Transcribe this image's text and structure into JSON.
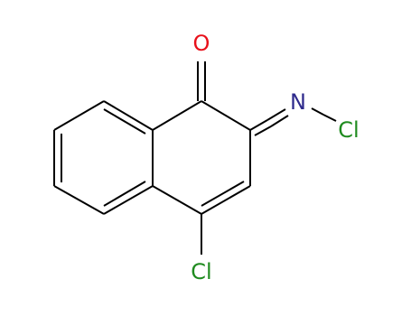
{
  "molecule": {
    "atoms": [
      {
        "symbol": "O",
        "element": "oxygen",
        "color": "#e8101a"
      },
      {
        "symbol": "N",
        "element": "nitrogen",
        "color": "#2e2a8c"
      },
      {
        "symbol": "Cl",
        "element": "chlorine",
        "color": "#1f8b1f"
      },
      {
        "symbol": "Cl",
        "element": "chlorine",
        "color": "#1f8b1f"
      }
    ],
    "bond_color": "#000000"
  }
}
